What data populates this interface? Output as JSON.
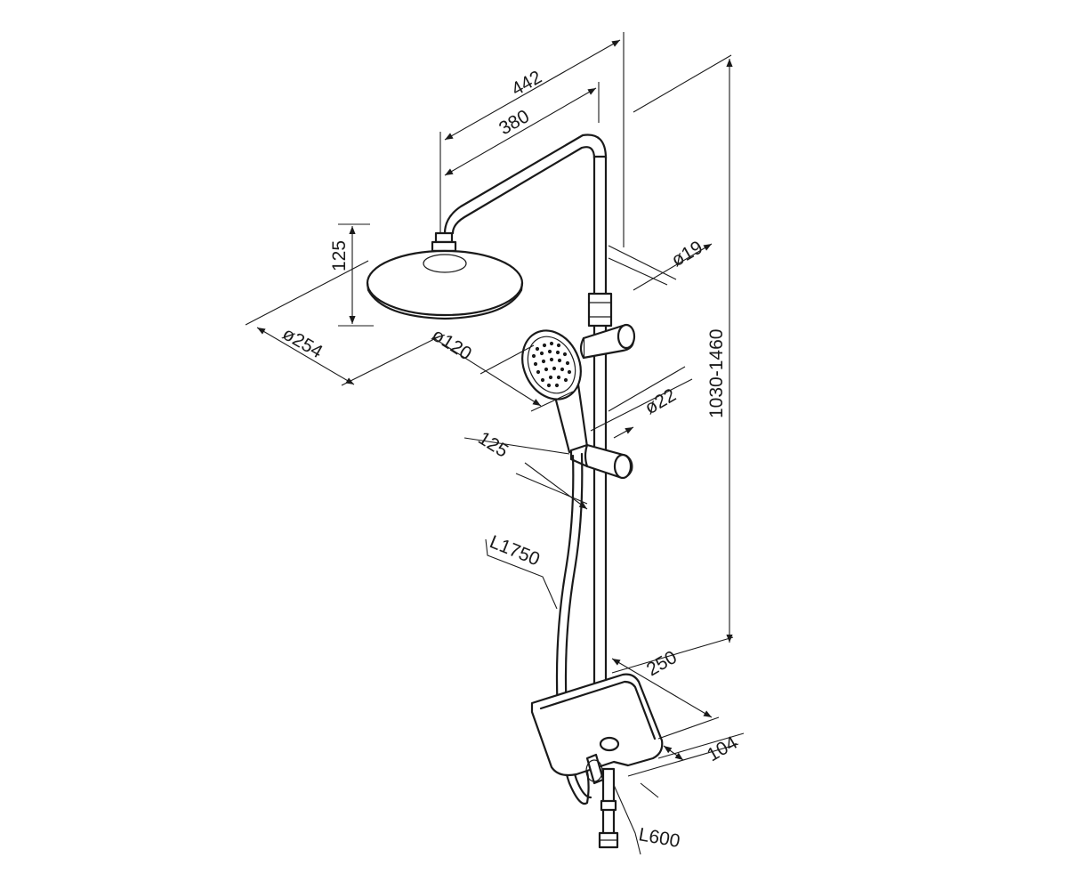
{
  "dimensions": {
    "d442": "442",
    "d380": "380",
    "d125_head": "125",
    "d254": "ø254",
    "d120": "ø120",
    "d19": "ø19",
    "d22": "ø22",
    "d125_hand": "125",
    "d1030_1460": "1030-1460",
    "d1750": "L1750",
    "d250": "250",
    "d104": "104",
    "d600": "L600"
  },
  "colors": {
    "line": "#1a1a1a",
    "background": "#ffffff"
  }
}
